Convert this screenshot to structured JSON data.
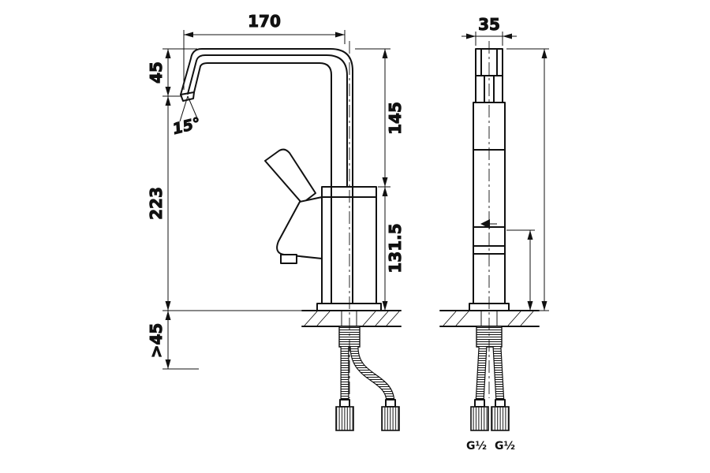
{
  "colors": {
    "line": "#111111",
    "background": "#ffffff"
  },
  "labels": {
    "front_width": "170",
    "front_drop": "45",
    "front_angle": "15°",
    "front_spout_height": "145",
    "front_total": "223",
    "front_body": "131.5",
    "front_min_below": ">45",
    "side_depth": "35",
    "side_thread_left": "G½",
    "side_thread_right": "G½"
  }
}
